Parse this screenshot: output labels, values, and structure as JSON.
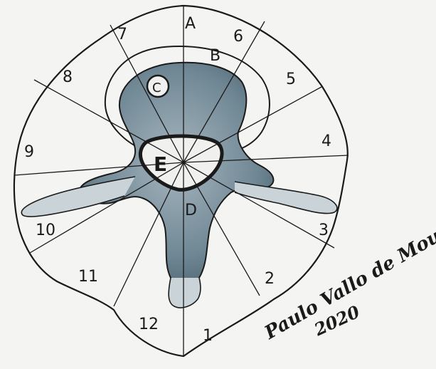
{
  "diagram": {
    "sectors": [
      "1",
      "2",
      "3",
      "4",
      "5",
      "6",
      "7",
      "8",
      "9",
      "10",
      "11",
      "12"
    ],
    "letters": {
      "A": "A",
      "B": "B",
      "C": "C",
      "D": "D",
      "E": "E"
    },
    "signature": {
      "name": "Paulo Vallo de Moura",
      "year": "2020"
    },
    "colors": {
      "ink": "#1a1a1a",
      "bone": "#6f8794",
      "bone_light": "#a7b6bf",
      "paper": "#f4f4f2"
    }
  }
}
